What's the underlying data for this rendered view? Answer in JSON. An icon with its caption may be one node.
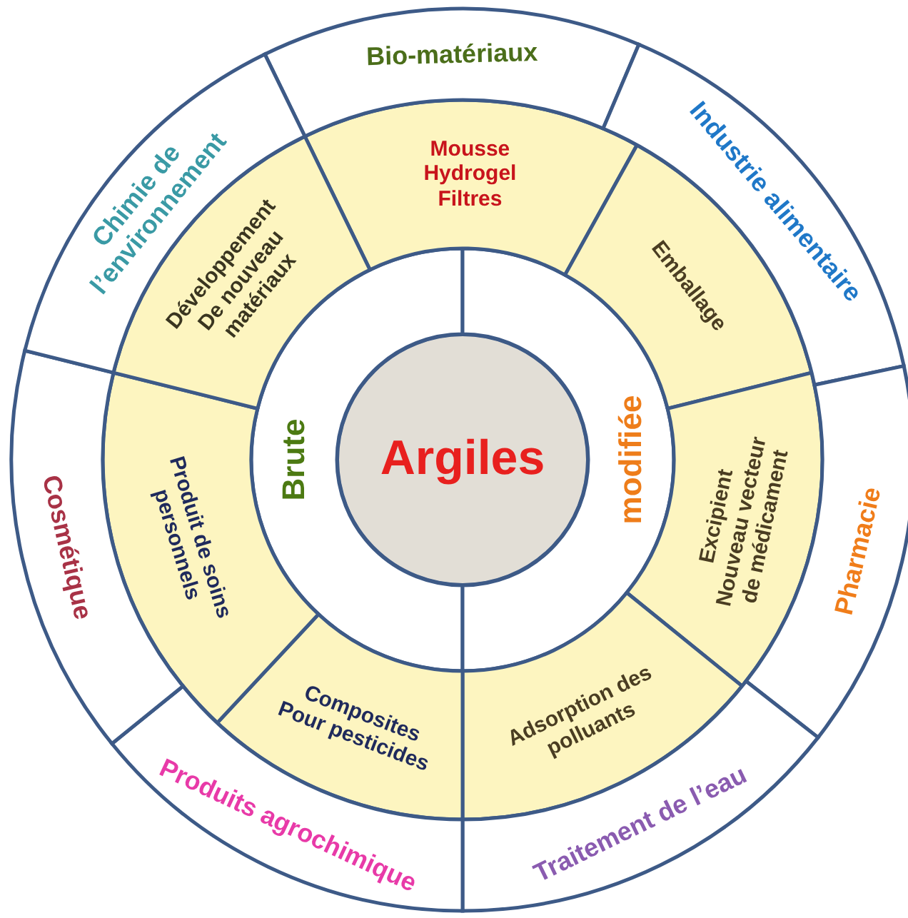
{
  "diagram": {
    "nodes": [
      {
        "text": [
          "Argiles"
        ]
      },
      {
        "text": [
          "Brute"
        ]
      },
      {
        "text": [
          "modifiée"
        ]
      },
      {
        "text": [
          "Mousse Hydrogel Filtres"
        ]
      },
      {
        "text": [
          "Emballage"
        ]
      },
      {
        "text": [
          "Excipient Nouveau vecteur de médicament"
        ]
      },
      {
        "text": [
          "Adsorption des polluants"
        ]
      },
      {
        "text": [
          "Composites Pour pesticides"
        ]
      },
      {
        "text": [
          "Produit de soins personnels"
        ]
      },
      {
        "text": [
          "Développement De nouveau matériaux"
        ]
      },
      {
        "text": [
          "Bio-matériaux"
        ]
      },
      {
        "text": [
          "Industrie alimentaire"
        ]
      },
      {
        "text": [
          "Pharmacie"
        ]
      },
      {
        "text": [
          "Traitement de l’eau"
        ]
      },
      {
        "text": [
          "Produits agrochimique"
        ]
      },
      {
        "text": [
          "Cosmétique"
        ]
      },
      {
        "text": [
          "Chimie de l’environnement"
        ]
      }
    ]
  }
}
